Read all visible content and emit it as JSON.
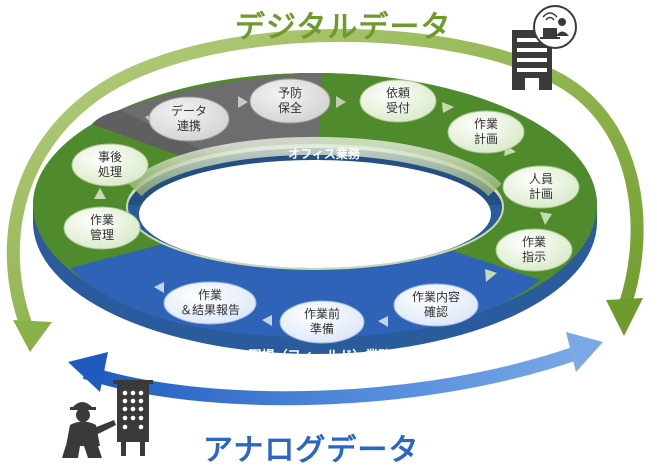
{
  "titles": {
    "digital": "デジタルデータ",
    "analog": "アナログデータ"
  },
  "bands": {
    "office": "オフィス業務",
    "field": "現場（フィールド）業務"
  },
  "nodes": {
    "yobo": [
      "予防",
      "保全"
    ],
    "data_renkei": [
      "データ",
      "連携"
    ],
    "jigo": [
      "事後",
      "処理"
    ],
    "sagyo_kanri": [
      "作業",
      "管理"
    ],
    "irai": [
      "依頼",
      "受付"
    ],
    "sagyo_keikaku": [
      "作業",
      "計画"
    ],
    "jinin": [
      "人員",
      "計画"
    ],
    "sagyo_shiji": [
      "作業",
      "指示"
    ],
    "naiyo": [
      "作業内容",
      "確認"
    ],
    "junbi": [
      "作業前",
      "準備"
    ],
    "kekka": [
      "作業",
      "＆結果報告"
    ]
  },
  "colors": {
    "green": "#4f8a2c",
    "green_dark": "#3a6d1e",
    "gray": "#6d6d6d",
    "blue": "#2f63b8",
    "blue_light": "#4b82d6",
    "node_fill": "#e4f0d8",
    "title_green": "#6f9a2c",
    "title_blue": "#2a66c4"
  },
  "icons": [
    "office-building-icon",
    "worker-icon",
    "control-panel-icon"
  ]
}
